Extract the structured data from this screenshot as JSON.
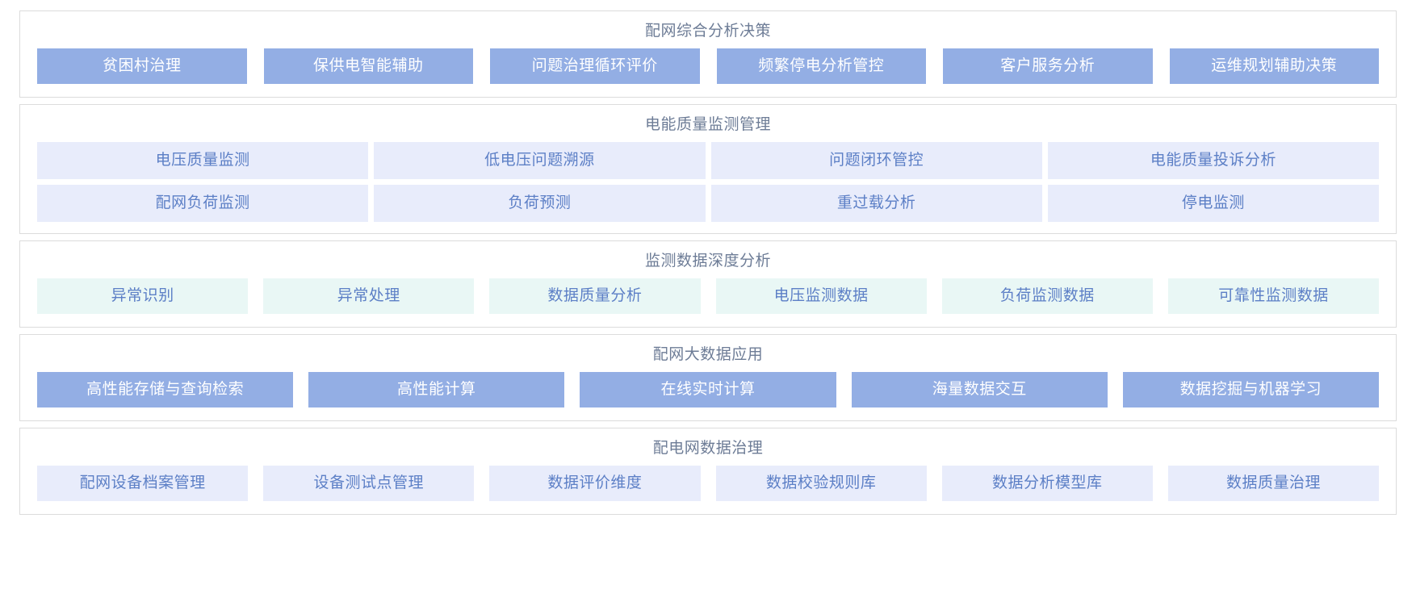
{
  "page": {
    "background": "#ffffff",
    "colors": {
      "panel_border": "#dcdcdc",
      "title_text": "#6d7c96",
      "solid_blue_bg": "#93aee4",
      "solid_blue_text": "#ffffff",
      "lavender_bg": "#e8ecfb",
      "lavender_text": "#5c7fc6",
      "mint_bg": "#e9f7f5",
      "mint_text": "#5c7fc6"
    }
  },
  "sections": [
    {
      "title": "配网综合分析决策",
      "style": "solid",
      "rows": [
        [
          "贫困村治理",
          "保供电智能辅助",
          "问题治理循环评价",
          "频繁停电分析管控",
          "客户服务分析",
          "运维规划辅助决策"
        ]
      ]
    },
    {
      "title": "电能质量监测管理",
      "style": "lavender",
      "rows": [
        [
          "电压质量监测",
          "低电压问题溯源",
          "问题闭环管控",
          "电能质量投诉分析"
        ],
        [
          "配网负荷监测",
          "负荷预测",
          "重过载分析",
          "停电监测"
        ]
      ]
    },
    {
      "title": "监测数据深度分析",
      "style": "mint",
      "rows": [
        [
          "异常识别",
          "异常处理",
          "数据质量分析",
          "电压监测数据",
          "负荷监测数据",
          "可靠性监测数据"
        ]
      ]
    },
    {
      "title": "配网大数据应用",
      "style": "solid",
      "rows": [
        [
          "高性能存储与查询检索",
          "高性能计算",
          "在线实时计算",
          "海量数据交互",
          "数据挖掘与机器学习"
        ]
      ]
    },
    {
      "title": "配电网数据治理",
      "style": "lavender",
      "rows": [
        [
          "配网设备档案管理",
          "设备测试点管理",
          "数据评价维度",
          "数据校验规则库",
          "数据分析模型库",
          "数据质量治理"
        ]
      ]
    }
  ]
}
